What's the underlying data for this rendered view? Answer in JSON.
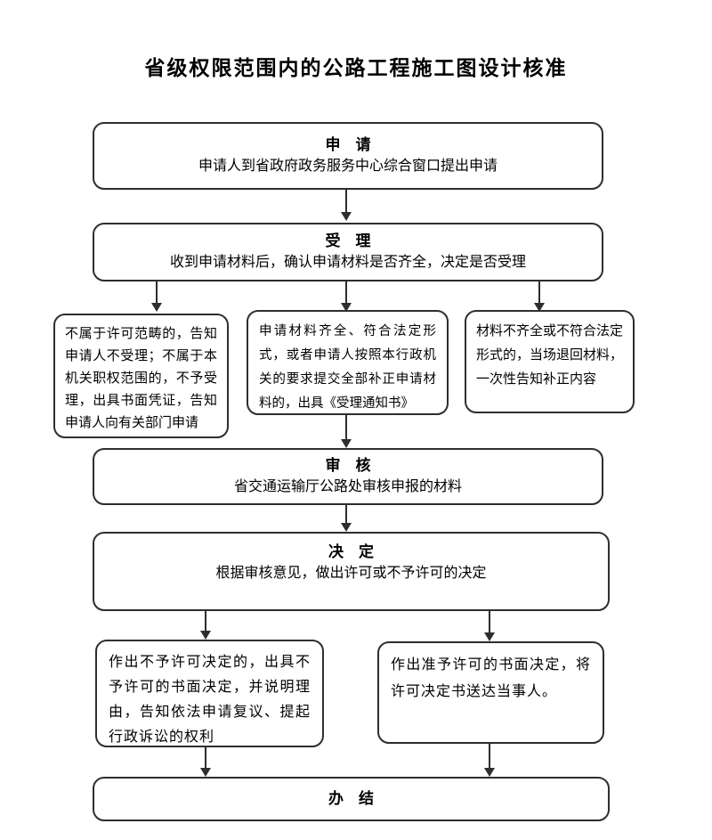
{
  "title": "省级权限范围内的公路工程施工图设计核准",
  "flow": {
    "apply": {
      "heading": "申　请",
      "body": "申请人到省政府政务服务中心综合窗口提出申请"
    },
    "accept": {
      "heading": "受　理",
      "body": "收到申请材料后，确认申请材料是否齐全，决定是否受理"
    },
    "branch_not_accepted": {
      "body": "不属于许可范畴的，告知申请人不受理；不属于本机关职权范围的，不予受理，出具书面凭证，告知申请人向有关部门申请"
    },
    "branch_accepted": {
      "body": "申请材料齐全、符合法定形式，或者申请人按照本行政机关的要求提交全部补正申请材料的，出具《受理通知书》"
    },
    "branch_returned": {
      "body": "材料不齐全或不符合法定形式的，当场退回材料，一次性告知补正内容"
    },
    "review": {
      "heading": "审　核",
      "body": "省交通运输厅公路处审核申报的材料"
    },
    "decide": {
      "heading": "决　定",
      "body": "根据审核意见，做出许可或不予许可的决定"
    },
    "deny": {
      "body": "作出不予许可决定的，出具不予许可的书面决定，并说明理由，告知依法申请复议、提起行政诉讼的权利"
    },
    "grant": {
      "body": "作出准予许可的书面决定，将许可决定书送达当事人。"
    },
    "complete": {
      "heading": "办　结"
    }
  },
  "colors": {
    "line": "#2e2e2e",
    "text": "#000000",
    "background": "#ffffff"
  }
}
